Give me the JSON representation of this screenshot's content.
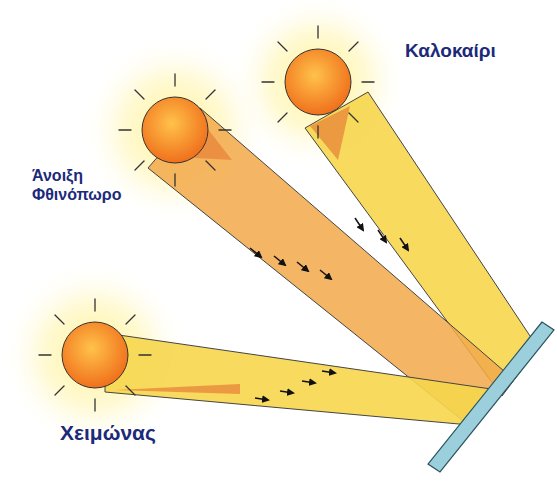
{
  "diagram": {
    "labels": [
      "Καλοκαίρι",
      "Άνοιξη Φθινόπωρο",
      "Χειμώνας"
    ]
  }
}
